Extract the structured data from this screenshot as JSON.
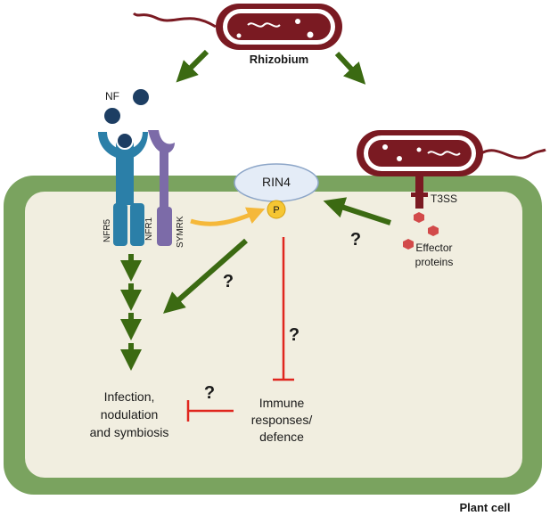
{
  "labels": {
    "rhizobium": "Rhizobium",
    "nf": "NF",
    "rin4": "RIN4",
    "phospho": "P",
    "t3ss": "T3SS",
    "effector_line1": "Effector",
    "effector_line2": "proteins",
    "nfr5": "NFR5",
    "nfr1": "NFR1",
    "symrk": "SYMRK",
    "outcome_line1": "Infection,",
    "outcome_line2": "nodulation",
    "outcome_line3": "and symbiosis",
    "immune_line1": "Immune",
    "immune_line2": "responses/",
    "immune_line3": "defence",
    "plant_cell": "Plant cell",
    "question": "?"
  },
  "colors": {
    "cell_wall": "#7aa35f",
    "cytoplasm": "#f1eee0",
    "arrow_green": "#3b6a12",
    "inhibit_red": "#e0261e",
    "bacterium": "#7a1a22",
    "receptor_blue": "#2b7fa8",
    "symrk_purple": "#7c6ba8",
    "nf_dot": "#1d3e63",
    "rin4_fill": "#e4ecf7",
    "phospho_yellow": "#f6c633",
    "effector_red": "#d24a4a",
    "orange_arrow": "#f5b83a"
  }
}
